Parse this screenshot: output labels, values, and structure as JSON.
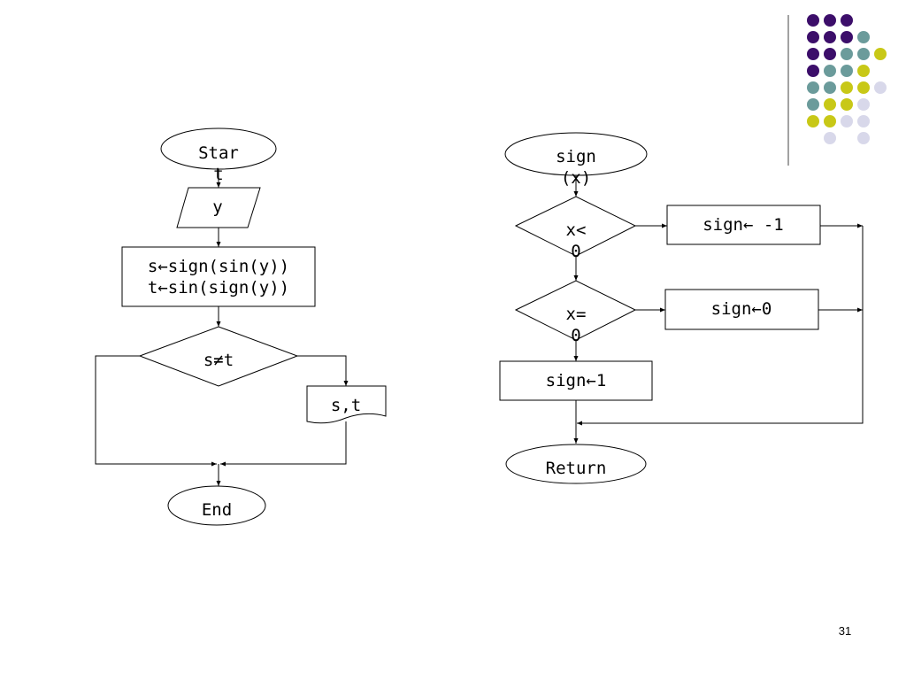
{
  "slide": {
    "page_number": "31"
  },
  "left_flowchart": {
    "start_label": "Start",
    "input_label": "y",
    "process_lines": [
      "s←sign(sin(y))",
      "t←sin(sign(y))"
    ],
    "decision_label": "s≠t",
    "output_label": "s,t",
    "end_label": "End"
  },
  "right_flowchart": {
    "start_label": "sign(x)",
    "decision_1_label": "x<0",
    "branch_1_label": "sign← -1",
    "decision_2_label": "x=0",
    "branch_2_label": "sign←0",
    "default_label": "sign←1",
    "end_label": "Return"
  },
  "decoration": {
    "dot_colors": {
      "purple": "#3c0e6a",
      "teal": "#6b9b9b",
      "yellow": "#c8c817",
      "lavender": "#d8d8ea"
    },
    "divider_color": "#444444"
  }
}
